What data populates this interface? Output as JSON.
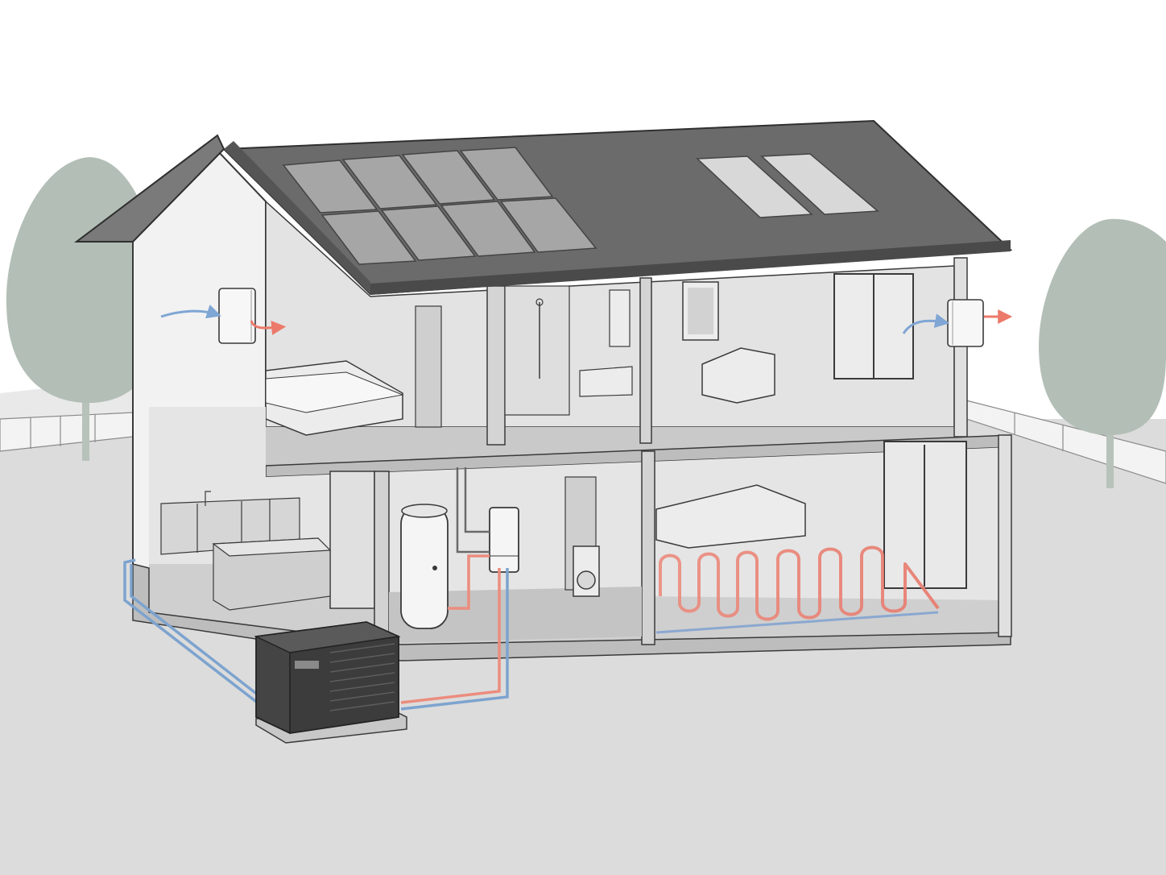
{
  "colors": {
    "sky": "#ffffff",
    "ground": "#dcdcdc",
    "fence": "#f4f4f4",
    "tree": "#b3bfb6",
    "tree_trunk": "#b7c2ba",
    "roof": "#6b6b6b",
    "roof_edge": "#4a4a4a",
    "wall_outer": "#f2f2f2",
    "wall_inner": "#d9d9d9",
    "slab": "#bdbdbd",
    "floor": "#c9c9c9",
    "solar_panel": "#a6a6a6",
    "outline": "#3a3a3a",
    "heat_pump": "#444444",
    "cold_pipe": "#7da3cf",
    "hot_pipe": "#ec8c7e",
    "underfloor_heating": "#ee8a7c",
    "ventilation_in": "#7fa6d4",
    "ventilation_out": "#ec7a6a"
  },
  "components": {
    "roof": "roof",
    "solar_array": "solar-panels",
    "skylights": "skylight",
    "ventilation_units": "ventilation-unit",
    "heat_pump": "outdoor-heat-pump",
    "hot_water_tank": "hot-water-cylinder",
    "indoor_unit": "hydro-module",
    "underfloor_loop": "underfloor-heating",
    "rooms": [
      "bedroom",
      "bathroom",
      "living-room-upper",
      "kitchen",
      "utility-room",
      "living-room-lower"
    ]
  }
}
